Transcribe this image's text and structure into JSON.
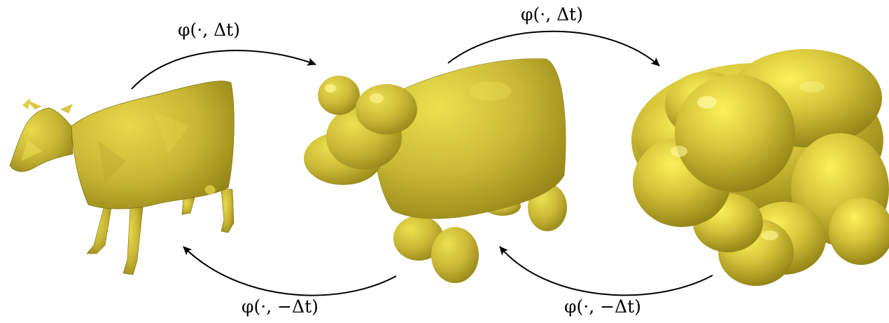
{
  "labels": {
    "forward_1": "φ(·, Δt)",
    "forward_2": "φ(·, Δt)",
    "backward_1": "φ(·, −Δt)",
    "backward_2": "φ(·, −Δt)"
  },
  "colors": {
    "mesh_base": "#c9b83a",
    "mesh_dark": "#8c7d12",
    "mesh_highlight": "#f3e64d",
    "arrow": "#000000"
  },
  "icons": {
    "stage_1": "cow-mesh-original",
    "stage_2": "cow-mesh-smoothed",
    "stage_3": "cow-mesh-blob"
  }
}
